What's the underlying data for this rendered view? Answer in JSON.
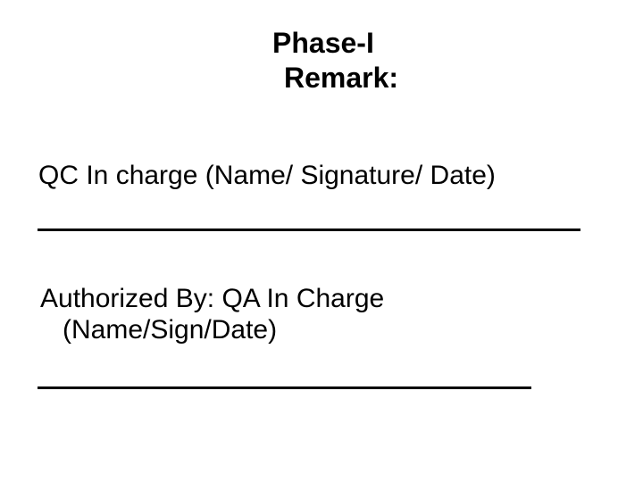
{
  "slide": {
    "colors": {
      "background": "#ffffff",
      "text": "#000000",
      "signature_line": "#000000"
    },
    "title": {
      "line1": "Phase-I",
      "line2": "Remark:"
    },
    "qc_section": {
      "label": "QC In charge (Name/ Signature/ Date)",
      "has_signature_line": true
    },
    "qa_section": {
      "label_line1": "Authorized By: QA In Charge",
      "label_line2": "(Name/Sign/Date)",
      "has_signature_line": true
    }
  }
}
